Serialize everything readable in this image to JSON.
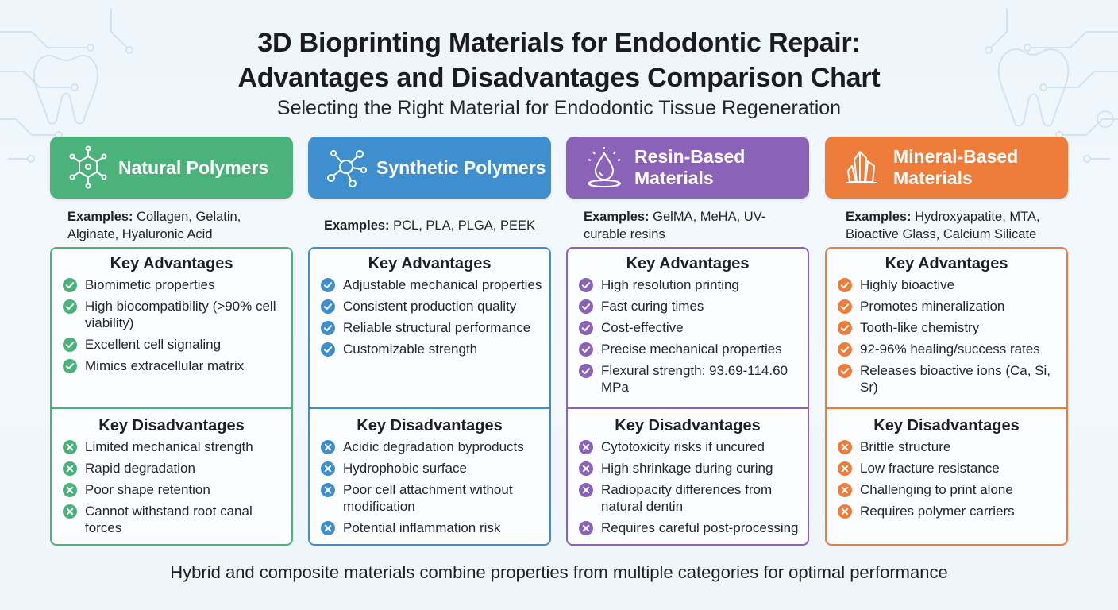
{
  "title_line1": "3D Bioprinting Materials for Endodontic Repair:",
  "title_line2": "Advantages and Disadvantages Comparison Chart",
  "subtitle": "Selecting the Right Material for Endodontic Tissue Regeneration",
  "footer": "Hybrid and composite materials combine properties from multiple categories for optimal performance",
  "labels": {
    "examples": "Examples:",
    "advantages": "Key Advantages",
    "disadvantages": "Key Disadvantages"
  },
  "colors": {
    "natural": "#4bb27b",
    "synthetic": "#3f8fce",
    "resin": "#8a62b8",
    "mineral": "#ee7c3a"
  },
  "columns": [
    {
      "title_line1": "Natural Polymers",
      "title_line2": "",
      "icon": "molecule-network-icon",
      "examples": "Collagen, Gelatin, Alginate, Hyaluronic Acid",
      "advantages": [
        "Biomimetic properties",
        "High biocompatibility (>90% cell viability)",
        "Excellent cell signaling",
        "Mimics extracellular matrix"
      ],
      "disadvantages": [
        "Limited mechanical strength",
        "Rapid degradation",
        "Poor shape retention",
        "Cannot withstand root canal forces"
      ]
    },
    {
      "title_line1": "Synthetic Polymers",
      "title_line2": "",
      "icon": "molecule-nodes-icon",
      "examples": "PCL, PLA, PLGA, PEEK",
      "advantages": [
        "Adjustable mechanical properties",
        "Consistent production quality",
        "Reliable structural performance",
        "Customizable strength"
      ],
      "disadvantages": [
        "Acidic degradation byproducts",
        "Hydrophobic surface",
        "Poor cell attachment without modification",
        "Potential inflammation risk"
      ]
    },
    {
      "title_line1": "Resin-Based",
      "title_line2": "Materials",
      "icon": "resin-drop-icon",
      "examples": "GelMA, MeHA, UV-curable resins",
      "advantages": [
        "High resolution printing",
        "Fast curing times",
        "Cost-effective",
        "Precise mechanical properties",
        "Flexural strength: 93.69-114.60 MPa"
      ],
      "disadvantages": [
        "Cytotoxicity risks if uncured",
        "High shrinkage during curing",
        "Radiopacity differences from natural dentin",
        "Requires careful post-processing"
      ]
    },
    {
      "title_line1": "Mineral-Based",
      "title_line2": "Materials",
      "icon": "crystal-icon",
      "examples": "Hydroxyapatite, MTA, Bioactive Glass, Calcium Silicate",
      "advantages": [
        "Highly bioactive",
        "Promotes mineralization",
        "Tooth-like chemistry",
        "92-96% healing/success rates",
        "Releases bioactive ions (Ca, Si, Sr)"
      ],
      "disadvantages": [
        "Brittle structure",
        "Low fracture resistance",
        "Challenging to print alone",
        "Requires polymer carriers"
      ]
    }
  ]
}
